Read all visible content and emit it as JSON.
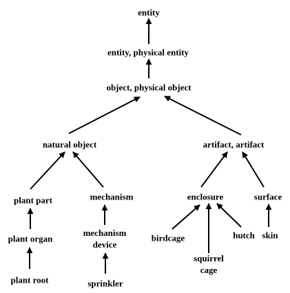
{
  "nodes": {
    "entity": "entity",
    "entity_physical": "entity, physical entity",
    "object_physical": "object, physical object",
    "natural_object": "natural object",
    "artifact": "artifact, artifact",
    "plant_part": "plant part",
    "mechanism": "mechanism",
    "enclosure": "enclosure",
    "surface": "surface",
    "plant_organ": "plant organ",
    "mechanism_device_line1": "mechanism",
    "mechanism_device_line2": "device",
    "birdcage": "birdcage",
    "hutch": "hutch",
    "skin": "skin",
    "plant_root": "plant root",
    "sprinkler": "sprinkler",
    "squirrel_cage_line1": "squirrel",
    "squirrel_cage_line2": "cage"
  },
  "edges": [
    {
      "from": "entity_physical",
      "to": "entity"
    },
    {
      "from": "object_physical",
      "to": "entity_physical"
    },
    {
      "from": "natural_object",
      "to": "object_physical"
    },
    {
      "from": "artifact",
      "to": "object_physical"
    },
    {
      "from": "plant_part",
      "to": "natural_object"
    },
    {
      "from": "mechanism",
      "to": "natural_object"
    },
    {
      "from": "enclosure",
      "to": "artifact"
    },
    {
      "from": "surface",
      "to": "artifact"
    },
    {
      "from": "plant_organ",
      "to": "plant_part"
    },
    {
      "from": "mechanism_device",
      "to": "mechanism"
    },
    {
      "from": "plant_root",
      "to": "plant_organ"
    },
    {
      "from": "sprinkler",
      "to": "mechanism_device"
    },
    {
      "from": "birdcage",
      "to": "enclosure"
    },
    {
      "from": "squirrel_cage",
      "to": "enclosure"
    },
    {
      "from": "hutch",
      "to": "enclosure"
    },
    {
      "from": "skin",
      "to": "surface"
    }
  ],
  "colors": {
    "edge": "#000000",
    "text": "#000000",
    "background": "#ffffff"
  }
}
